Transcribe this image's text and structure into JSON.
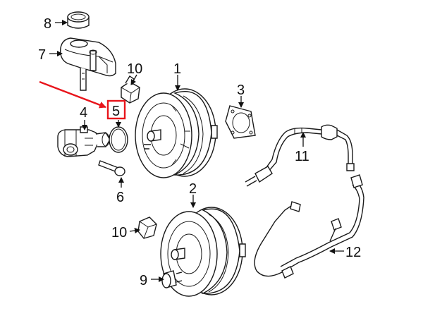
{
  "diagram": {
    "callouts": [
      {
        "id": "c1",
        "label": "1"
      },
      {
        "id": "c2",
        "label": "2"
      },
      {
        "id": "c3",
        "label": "3"
      },
      {
        "id": "c4",
        "label": "4"
      },
      {
        "id": "c5",
        "label": "5",
        "highlighted": true
      },
      {
        "id": "c6",
        "label": "6"
      },
      {
        "id": "c7",
        "label": "7"
      },
      {
        "id": "c8",
        "label": "8"
      },
      {
        "id": "c9",
        "label": "9"
      },
      {
        "id": "c10a",
        "label": "10"
      },
      {
        "id": "c10b",
        "label": "10"
      },
      {
        "id": "c11",
        "label": "11"
      },
      {
        "id": "c12",
        "label": "12"
      }
    ],
    "highlight_color": "#e8141b",
    "line_color": "#1a1a1a"
  }
}
